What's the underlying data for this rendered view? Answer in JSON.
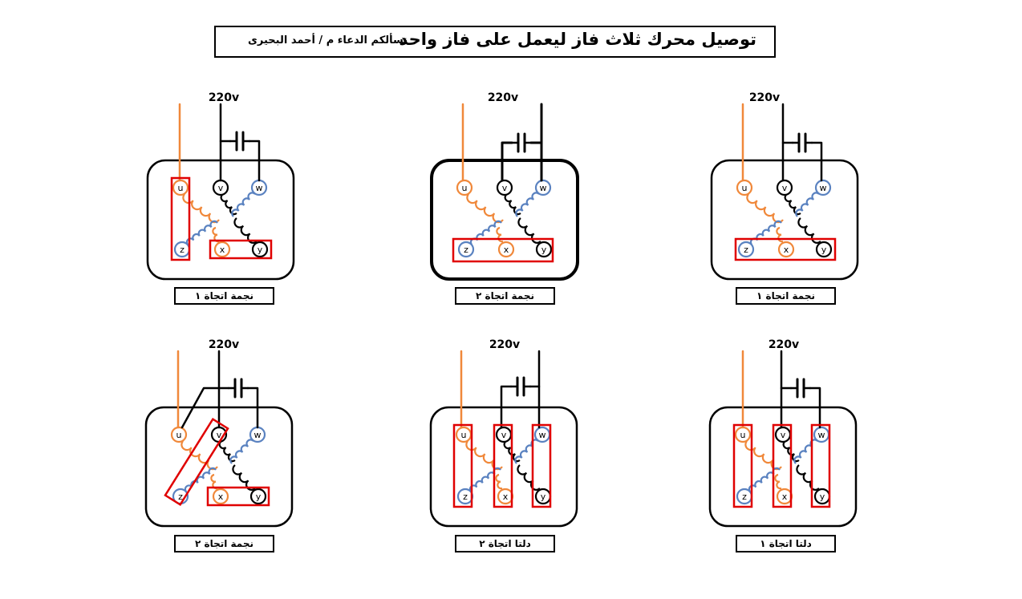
{
  "header": {
    "title": "توصيل محرك ثلاث فاز ليعمل على فاز واحد",
    "credit": "نسألكم الدعاء م / أحمد البحيرى"
  },
  "supply_label": "220v",
  "terminals": {
    "u": "u",
    "v": "v",
    "w": "w",
    "x": "x",
    "y": "y",
    "z": "z"
  },
  "colors": {
    "orange": "#f0883a",
    "blue": "#5a82c0",
    "black": "#000000",
    "red": "#e00000"
  },
  "diagrams": [
    {
      "id": "star1-a",
      "caption": "نجمة اتجاة ١"
    },
    {
      "id": "star2-a",
      "caption": "نجمة اتجاة ٢"
    },
    {
      "id": "star1-b",
      "caption": "نجمة اتجاة ١"
    },
    {
      "id": "star2-b",
      "caption": "نجمة اتجاة ٢"
    },
    {
      "id": "delta2",
      "caption": "دلتا اتجاة ٢"
    },
    {
      "id": "delta1",
      "caption": "دلتا اتجاة ١"
    }
  ]
}
